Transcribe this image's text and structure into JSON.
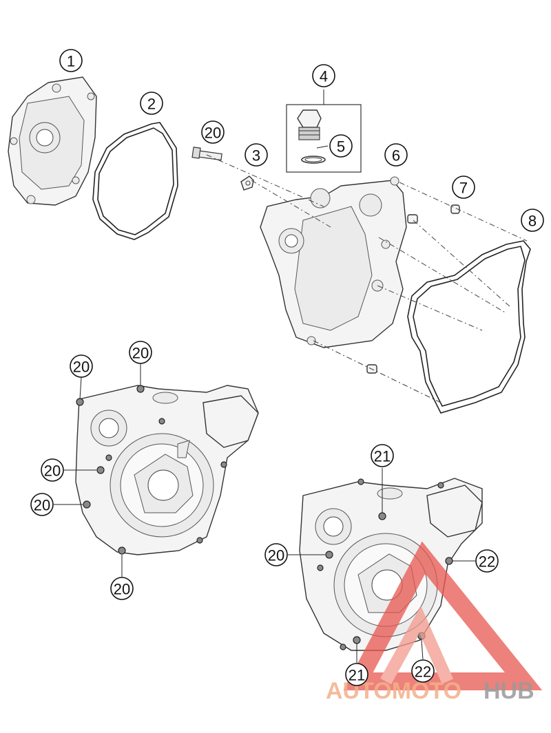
{
  "callouts": {
    "c1": "1",
    "c2": "2",
    "c3": "3",
    "c4": "4",
    "c5": "5",
    "c6": "6",
    "c7": "7",
    "c8": "8",
    "c20": "20",
    "c21": "21",
    "c22": "22"
  },
  "watermark": {
    "part1": "AUTOMOTO",
    "part2": "HUB",
    "accent_color": "#e8574f"
  }
}
